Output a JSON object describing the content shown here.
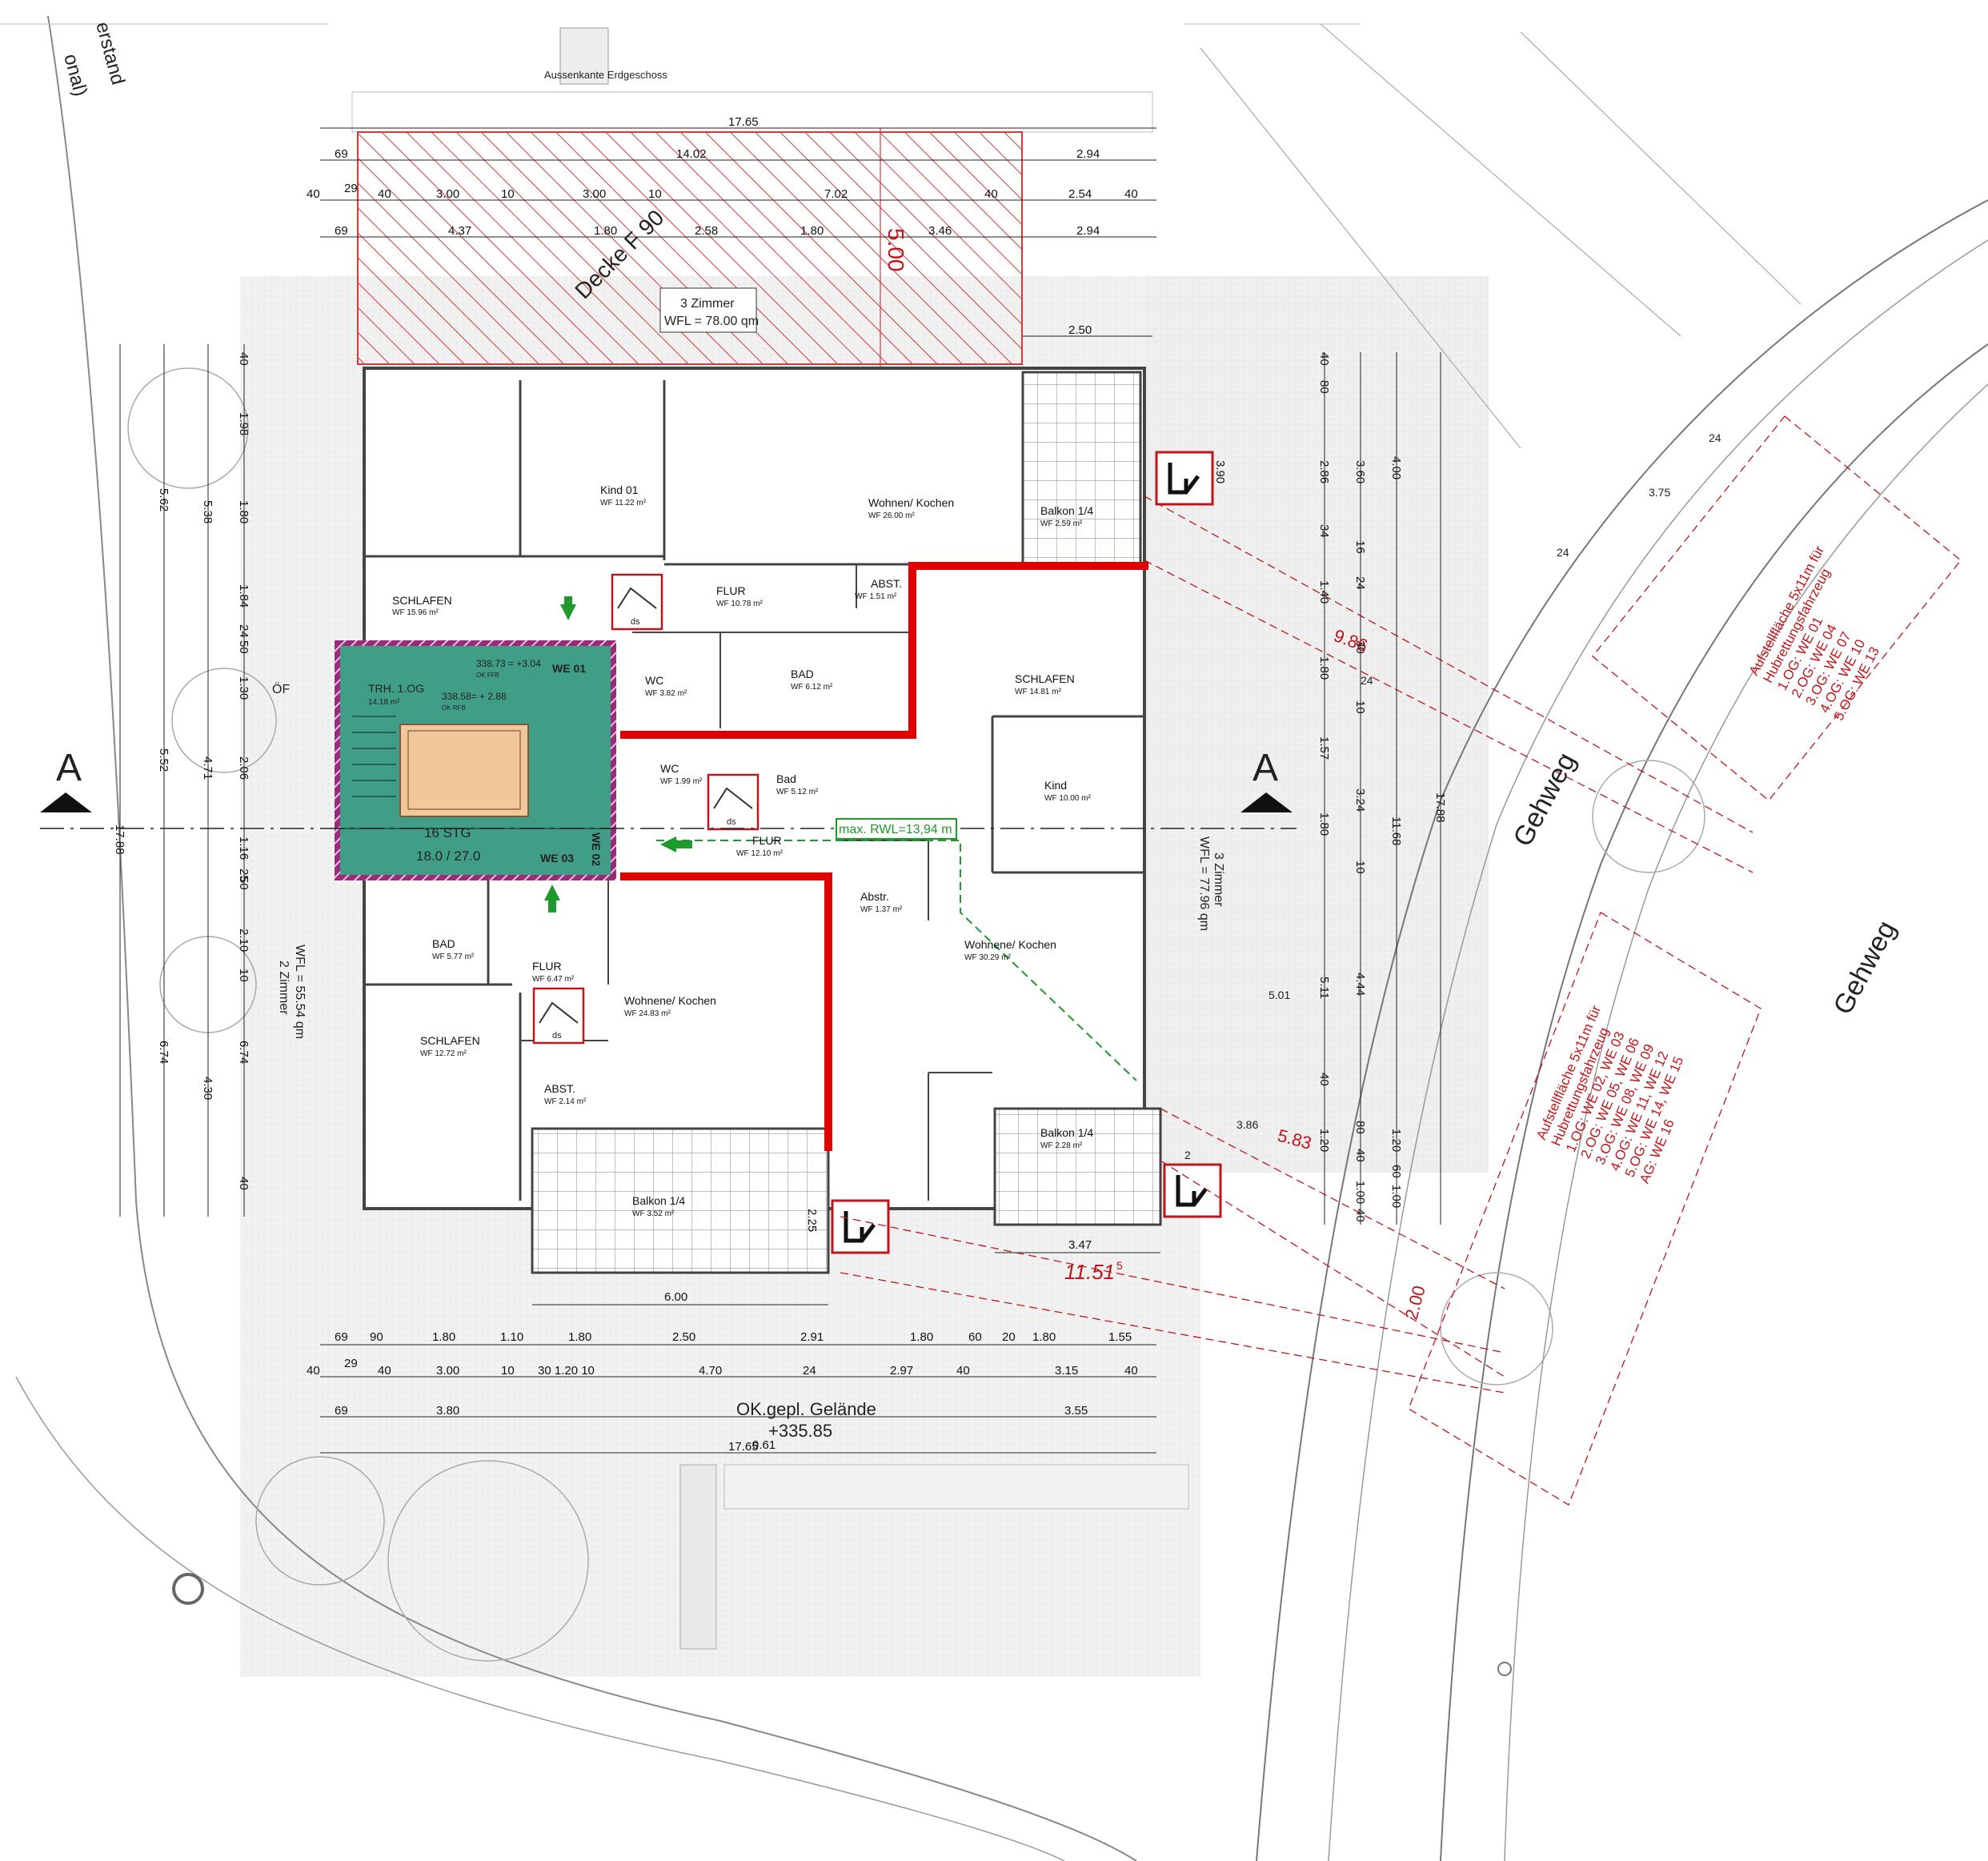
{
  "colors": {
    "wall": "#444444",
    "fire_wall": "#e00000",
    "stair_fill": "#3f9e85",
    "stair_border": "#9b2a7b",
    "elevator_fill": "#f2c79a",
    "annotation_red": "#c0151a",
    "escape_green": "#1e9a2c",
    "hatch_red": "#d23b3b",
    "paving": "#ededed"
  },
  "labels": {
    "top_edge": "Aussenkante Erdgeschoss",
    "top_left_fragment": "erstand",
    "top_left_fragment2": "onal)",
    "deck": "Decke F 90",
    "deck_dim": "5.00",
    "unit_top": [
      "3 Zimmer",
      "WFL = 78.00 qm"
    ],
    "unit_left": [
      "2 Zimmer",
      "WFL = 55.54 qm"
    ],
    "unit_right": [
      "3 Zimmer",
      "WFL = 77.96 qm"
    ],
    "section_left": "A",
    "section_right": "A",
    "of": "ÖF",
    "stair_room": "TRH. 1.OG",
    "stair_wf": "14.18 m²",
    "level1": "338.73 = +3.04",
    "level1_sub": "OK FFB",
    "level2": "338.58= + 2.88",
    "level2_sub": "OK RFB",
    "stair_steps": "16 STG",
    "stair_ratio": "18.0 / 27.0",
    "we01": "WE 01",
    "we02": "WE 02",
    "we03": "WE 03",
    "ds": "ds",
    "rwl": "max. RWL=13,94 m",
    "ground": "OK.gepl. Gelände",
    "ground_level": "+335.85",
    "gehweg1": "Gehweg",
    "gehweg2": "Gehweg",
    "red_dim1": "9.86",
    "red_dim2": "5.83",
    "red_dim3": "11.51",
    "red_dim3_sup": "5",
    "red_dim4": "2.00",
    "fire_zone1": [
      "Aufstellfläche 5x11m für",
      "Hubrettungsfahrzeug",
      "1.OG: WE 01",
      "2.OG: WE 04",
      "3.OG: WE 07",
      "4.OG: WE 10",
      "5.OG: WE 13"
    ],
    "fire_zone2": [
      "Aufstellfläche 5x11m für",
      "Hubrettungsfahrzeug",
      "1.OG: WE 02, WE 03",
      "2.OG: WE 05, WE 06",
      "3.OG: WE 08, WE 09",
      "4.OG: WE 11, WE 12",
      "5.OG: WE 14, WE 15",
      "AG: WE 16"
    ],
    "misc_dims": [
      "3.75",
      "24",
      "24",
      "24",
      "3.86",
      "5.01",
      "2"
    ]
  },
  "rooms": [
    {
      "name": "SCHLAFEN",
      "wf": "WF  15.96 m²"
    },
    {
      "name": "Kind 01",
      "wf": "WF  11.22 m²"
    },
    {
      "name": "Wohnen/ Kochen",
      "wf": "WF  26.00 m²"
    },
    {
      "name": "Balkon 1/4",
      "wf": "WF  2.59 m²"
    },
    {
      "name": "FLUR",
      "wf": "WF  10.78 m²"
    },
    {
      "name": "ABST.",
      "wf": "WF  1.51 m²"
    },
    {
      "name": "WC",
      "wf": "WF  3.82 m²"
    },
    {
      "name": "BAD",
      "wf": "WF  6.12 m²"
    },
    {
      "name": "SCHLAFEN",
      "wf": "WF  14.81 m²"
    },
    {
      "name": "WC",
      "wf": "WF  1.99 m²"
    },
    {
      "name": "Bad",
      "wf": "WF  5.12 m²"
    },
    {
      "name": "Kind",
      "wf": "WF  10.00 m²"
    },
    {
      "name": "FLUR",
      "wf": "WF  12.10 m²"
    },
    {
      "name": "Abstr.",
      "wf": "WF  1.37 m²"
    },
    {
      "name": "Wohnene/ Kochen",
      "wf": "WF  30.29 m²"
    },
    {
      "name": "BAD",
      "wf": "WF  5.77 m²"
    },
    {
      "name": "FLUR",
      "wf": "WF  6.47 m²"
    },
    {
      "name": "Wohnene/ Kochen",
      "wf": "WF  24.83 m²"
    },
    {
      "name": "SCHLAFEN",
      "wf": "WF  12.72 m²"
    },
    {
      "name": "ABST.",
      "wf": "WF  2.14 m²"
    },
    {
      "name": "Balkon 1/4",
      "wf": "WF  2.28 m²"
    },
    {
      "name": "Balkon 1/4",
      "wf": "WF  3.52 m²"
    }
  ],
  "dims_top": {
    "row1": [
      "17.65"
    ],
    "row2": [
      "69",
      "14.02",
      "2.94"
    ],
    "row3": [
      "40",
      "29",
      "40",
      "3.00",
      "10",
      "3.00",
      "10",
      "7.02",
      "40",
      "2.54",
      "40"
    ],
    "row4": [
      "69",
      "4.37",
      "1.80",
      "2.58",
      "1.80",
      "3.46",
      "2.94"
    ],
    "row5": [
      "2.50"
    ]
  },
  "dims_bottom": {
    "row0": [
      "6.00"
    ],
    "row1": [
      "69",
      "90",
      "1.80",
      "1.10",
      "1.80",
      "2.50",
      "2.91",
      "1.80",
      "60",
      "20",
      "1.80",
      "1.55"
    ],
    "row2": [
      "40",
      "29",
      "40",
      "3.00",
      "10",
      "30 1.20 10",
      "4.70",
      "24",
      "2.97",
      "40",
      "3.15",
      "40"
    ],
    "row3": [
      "69",
      "3.80",
      "9.61",
      "3.55"
    ],
    "row4": [
      "17.65"
    ],
    "extra": [
      "3.47",
      "2.25"
    ]
  },
  "dims_left": {
    "outer": [
      "17.88"
    ],
    "mid1": [
      "5.62",
      "5.52",
      "6.74"
    ],
    "mid2": [
      "5.38",
      "4.71",
      "4.30"
    ],
    "inner": [
      "40",
      "1.98",
      "1.80",
      "1.84",
      "24",
      "50",
      "1.30",
      "2.06",
      "1.16",
      "25",
      "50",
      "2.10",
      "10",
      "6.74",
      "40"
    ]
  },
  "dims_right": {
    "col1": [
      "40",
      "80",
      "2.86",
      "34",
      "1.40",
      "1.80",
      "1.57",
      "1.80",
      "5.11",
      "40",
      "1.20"
    ],
    "col2": [
      "3.60",
      "16",
      "24",
      "30",
      "10",
      "3.24",
      "10",
      "4.44",
      "80",
      "40",
      "1.00",
      "40"
    ],
    "col3": [
      "4.00",
      "11.68",
      "1.20",
      "60",
      "1.00"
    ],
    "outer": [
      "17.88"
    ],
    "extra": [
      "3.90"
    ]
  }
}
